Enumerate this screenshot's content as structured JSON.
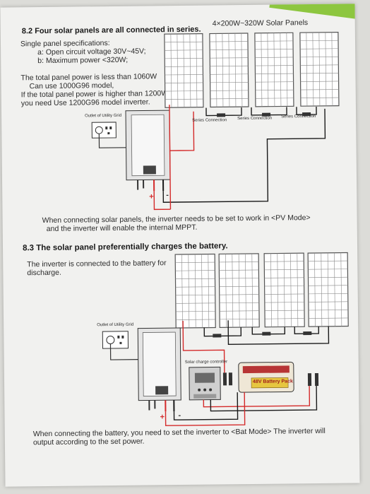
{
  "section1": {
    "heading": "8.2 Four solar panels are all connected in series.",
    "panels_title": "4×200W~320W Solar Panels",
    "spec_title": "Single panel specifications:",
    "spec_a": "a: Open circuit voltage 30V~45V;",
    "spec_b": "b: Maximum power <320W;",
    "total_1": "The total panel power is less than 1060W",
    "total_2": "Can use 1000G96 model,",
    "total_3": "If the total panel power is higher than 1200W,",
    "total_4": "you need Use 1200G96 model inverter.",
    "outlet_label": "Outlet of Utility Grid",
    "series_labels": [
      "Series Connection",
      "Series Connection",
      "Series Connection"
    ],
    "plus": "+",
    "minus": "-",
    "note_1": "When connecting solar panels, the inverter needs to be set to work in <PV Mode>",
    "note_2": "and the inverter will enable the internal MPPT."
  },
  "section2": {
    "heading": "8.3 The solar panel preferentially charges the battery.",
    "intro_1": "The inverter is connected to the battery for",
    "intro_2": "discharge.",
    "outlet_label": "Outlet of Utility Grid",
    "controller_label": "Solar charge controller",
    "battery_label": "48V Battery Pack",
    "plus": "+",
    "minus": "-",
    "note_1": "When connecting the battery, you need to set the inverter to <Bat Mode> The inverter will",
    "note_2": "output according to the set power."
  },
  "colors": {
    "paper": "#f1f1ef",
    "accent_band": "#8dc63f",
    "positive_wire": "#d42a2a",
    "negative_wire": "#1a1a1a",
    "panel_cell": "#ffffff",
    "panel_frame": "#555555"
  }
}
